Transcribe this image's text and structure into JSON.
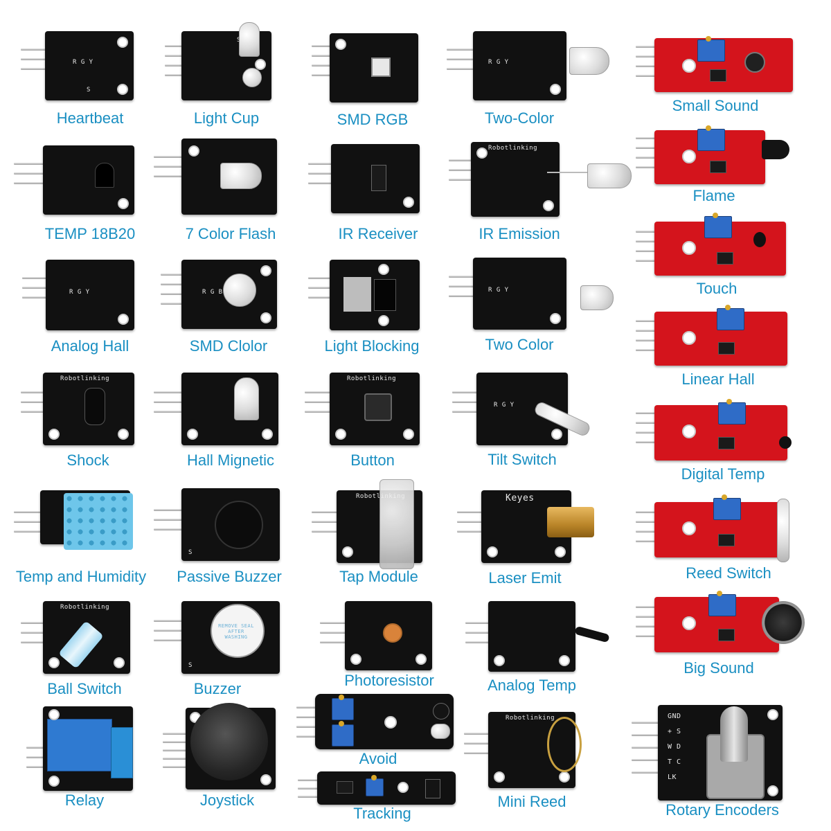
{
  "modules": [
    {
      "label": "Heartbeat",
      "board": "black"
    },
    {
      "label": "Light Cup",
      "board": "black"
    },
    {
      "label": "SMD RGB",
      "board": "black"
    },
    {
      "label": "Two-Color",
      "board": "black"
    },
    {
      "label": "Small Sound",
      "board": "red"
    },
    {
      "label": "TEMP 18B20",
      "board": "black"
    },
    {
      "label": "7 Color Flash",
      "board": "black"
    },
    {
      "label": "IR Receiver",
      "board": "black"
    },
    {
      "label": "IR Emission",
      "board": "black"
    },
    {
      "label": "Flame",
      "board": "red"
    },
    {
      "label": "Analog Hall",
      "board": "black"
    },
    {
      "label": "SMD Clolor",
      "board": "black"
    },
    {
      "label": "Light Blocking",
      "board": "black"
    },
    {
      "label": "Two Color",
      "board": "black"
    },
    {
      "label": "Touch",
      "board": "red"
    },
    {
      "label": "Shock",
      "board": "black"
    },
    {
      "label": "Hall Mignetic",
      "board": "black"
    },
    {
      "label": "Button",
      "board": "black"
    },
    {
      "label": "Tilt Switch",
      "board": "black"
    },
    {
      "label": "Linear Hall",
      "board": "red"
    },
    {
      "label": "Temp and Humidity",
      "board": "black"
    },
    {
      "label": "Passive Buzzer",
      "board": "black"
    },
    {
      "label": "Tap Module",
      "board": "black"
    },
    {
      "label": "Laser Emit",
      "board": "black"
    },
    {
      "label": "Digital Temp",
      "board": "red"
    },
    {
      "label": "Ball Switch",
      "board": "black"
    },
    {
      "label": "Buzzer",
      "board": "black"
    },
    {
      "label": "Photoresistor",
      "board": "black"
    },
    {
      "label": "Analog Temp",
      "board": "black"
    },
    {
      "label": "Reed Switch",
      "board": "red"
    },
    {
      "label": "Relay",
      "board": "black"
    },
    {
      "label": "Joystick",
      "board": "black"
    },
    {
      "label": "Avoid",
      "board": "black"
    },
    {
      "label": "Tracking",
      "board": "black"
    },
    {
      "label": "Mini Reed",
      "board": "black"
    },
    {
      "label": "Big Sound",
      "board": "red"
    },
    {
      "label": "Rotary Encoders",
      "board": "black"
    }
  ],
  "silkscreen": {
    "robotlinking": "Robotlinking",
    "keyes": "Keyes",
    "pin_s": "S",
    "pin_minus": "-",
    "rgy": "R G Y",
    "rgb": "R G B",
    "buzzer_sticker": "REMOVE SEAL AFTER WASHING",
    "rotary_pins": "GND + SW DT CLK"
  },
  "colors": {
    "label": "#1a8fc2",
    "board_black": "#111111",
    "board_red": "#d4141c",
    "potentiometer": "#2f6cc7",
    "humidity_sensor": "#6ec6ea",
    "relay": "#2f7ad1"
  }
}
